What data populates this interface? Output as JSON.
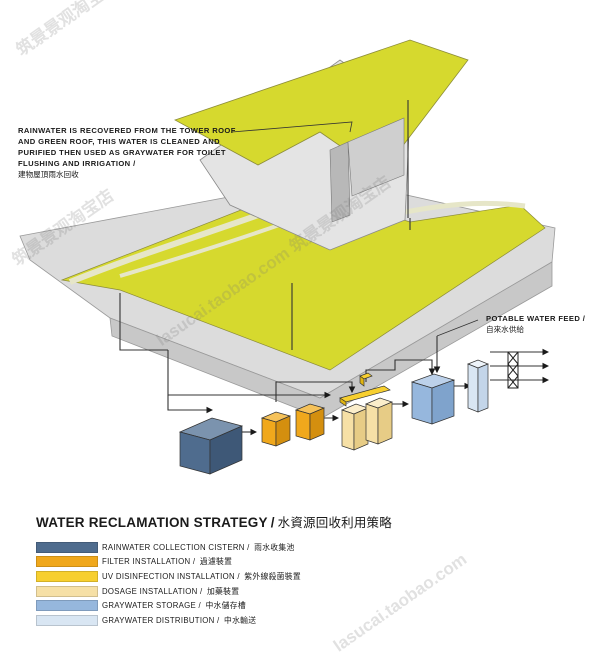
{
  "callouts": {
    "main_en": "RAINWATER IS RECOVERED FROM THE TOWER ROOF AND GREEN ROOF, THIS WATER IS CLEANED AND PURIFIED THEN USED AS GRAYWATER FOR TOILET FLUSHING AND IRRIGATION /",
    "main_zh": "建物屋頂雨水回收",
    "potable_en": "POTABLE WATER FEED /",
    "potable_zh": "自來水供給"
  },
  "legend": {
    "title_en": "WATER RECLAMATION STRATEGY",
    "title_sep": "/",
    "title_zh": "水資源回收利用策略",
    "items": [
      {
        "en": "RAINWATER COLLECTION CISTERN /",
        "zh": "雨水收集池",
        "color": "#4f6c8e"
      },
      {
        "en": "FILTER INSTALLATION /",
        "zh": "過濾裝置",
        "color": "#f0a81c"
      },
      {
        "en": "UV DISINFECTION INSTALLATION /",
        "zh": "紫外線殺菌裝置",
        "color": "#f7cf2f"
      },
      {
        "en": "DOSAGE INSTALLATION /",
        "zh": "加藥裝置",
        "color": "#f6e0a6"
      },
      {
        "en": "GRAYWATER STORAGE /",
        "zh": "中水儲存槽",
        "color": "#96b7dd"
      },
      {
        "en": "GRAYWATER DISTRIBUTION /",
        "zh": "中水輸送",
        "color": "#d9e6f3"
      }
    ]
  },
  "watermarks": [
    "筑景景观淘宝店 lasucai.taobao.com",
    "lasucai.taobao.com 筑景景观淘宝店",
    "筑景景观淘宝店",
    "lasucai.taobao.com"
  ],
  "colors": {
    "roof_green": "#d6d92e",
    "building_gray": "#d9d9d9",
    "pipe": "#333333"
  }
}
